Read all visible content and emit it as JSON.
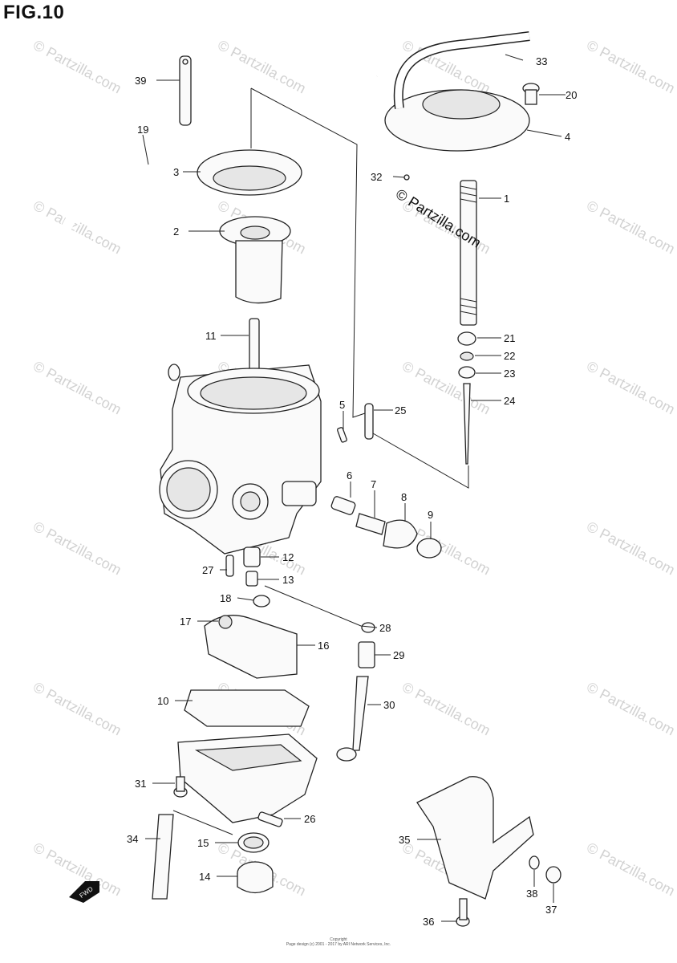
{
  "figure": {
    "title": "FIG.10"
  },
  "watermark": {
    "text": "© Partzilla.com",
    "featured_text": "© Partzilla.com"
  },
  "callouts": [
    {
      "id": "1",
      "label": "1"
    },
    {
      "id": "2",
      "label": "2"
    },
    {
      "id": "3",
      "label": "3"
    },
    {
      "id": "4",
      "label": "4"
    },
    {
      "id": "5",
      "label": "5"
    },
    {
      "id": "6",
      "label": "6"
    },
    {
      "id": "7",
      "label": "7"
    },
    {
      "id": "8",
      "label": "8"
    },
    {
      "id": "9",
      "label": "9"
    },
    {
      "id": "10",
      "label": "10"
    },
    {
      "id": "11",
      "label": "11"
    },
    {
      "id": "12",
      "label": "12"
    },
    {
      "id": "13",
      "label": "13"
    },
    {
      "id": "14",
      "label": "14"
    },
    {
      "id": "15",
      "label": "15"
    },
    {
      "id": "16",
      "label": "16"
    },
    {
      "id": "17",
      "label": "17"
    },
    {
      "id": "18",
      "label": "18"
    },
    {
      "id": "19",
      "label": "19"
    },
    {
      "id": "20",
      "label": "20"
    },
    {
      "id": "21",
      "label": "21"
    },
    {
      "id": "22",
      "label": "22"
    },
    {
      "id": "23",
      "label": "23"
    },
    {
      "id": "24",
      "label": "24"
    },
    {
      "id": "25",
      "label": "25"
    },
    {
      "id": "26",
      "label": "26"
    },
    {
      "id": "27",
      "label": "27"
    },
    {
      "id": "28",
      "label": "28"
    },
    {
      "id": "29",
      "label": "29"
    },
    {
      "id": "30",
      "label": "30"
    },
    {
      "id": "31",
      "label": "31"
    },
    {
      "id": "32",
      "label": "32"
    },
    {
      "id": "33",
      "label": "33"
    },
    {
      "id": "34",
      "label": "34"
    },
    {
      "id": "35",
      "label": "35"
    },
    {
      "id": "36",
      "label": "36"
    },
    {
      "id": "37",
      "label": "37"
    },
    {
      "id": "38",
      "label": "38"
    },
    {
      "id": "39",
      "label": "39"
    }
  ],
  "direction_marker": {
    "label": "FWD"
  },
  "copyright": {
    "line1": "Copyright",
    "line2": "Page design (c) 2001 - 2017 by ARI Network Services, Inc."
  }
}
